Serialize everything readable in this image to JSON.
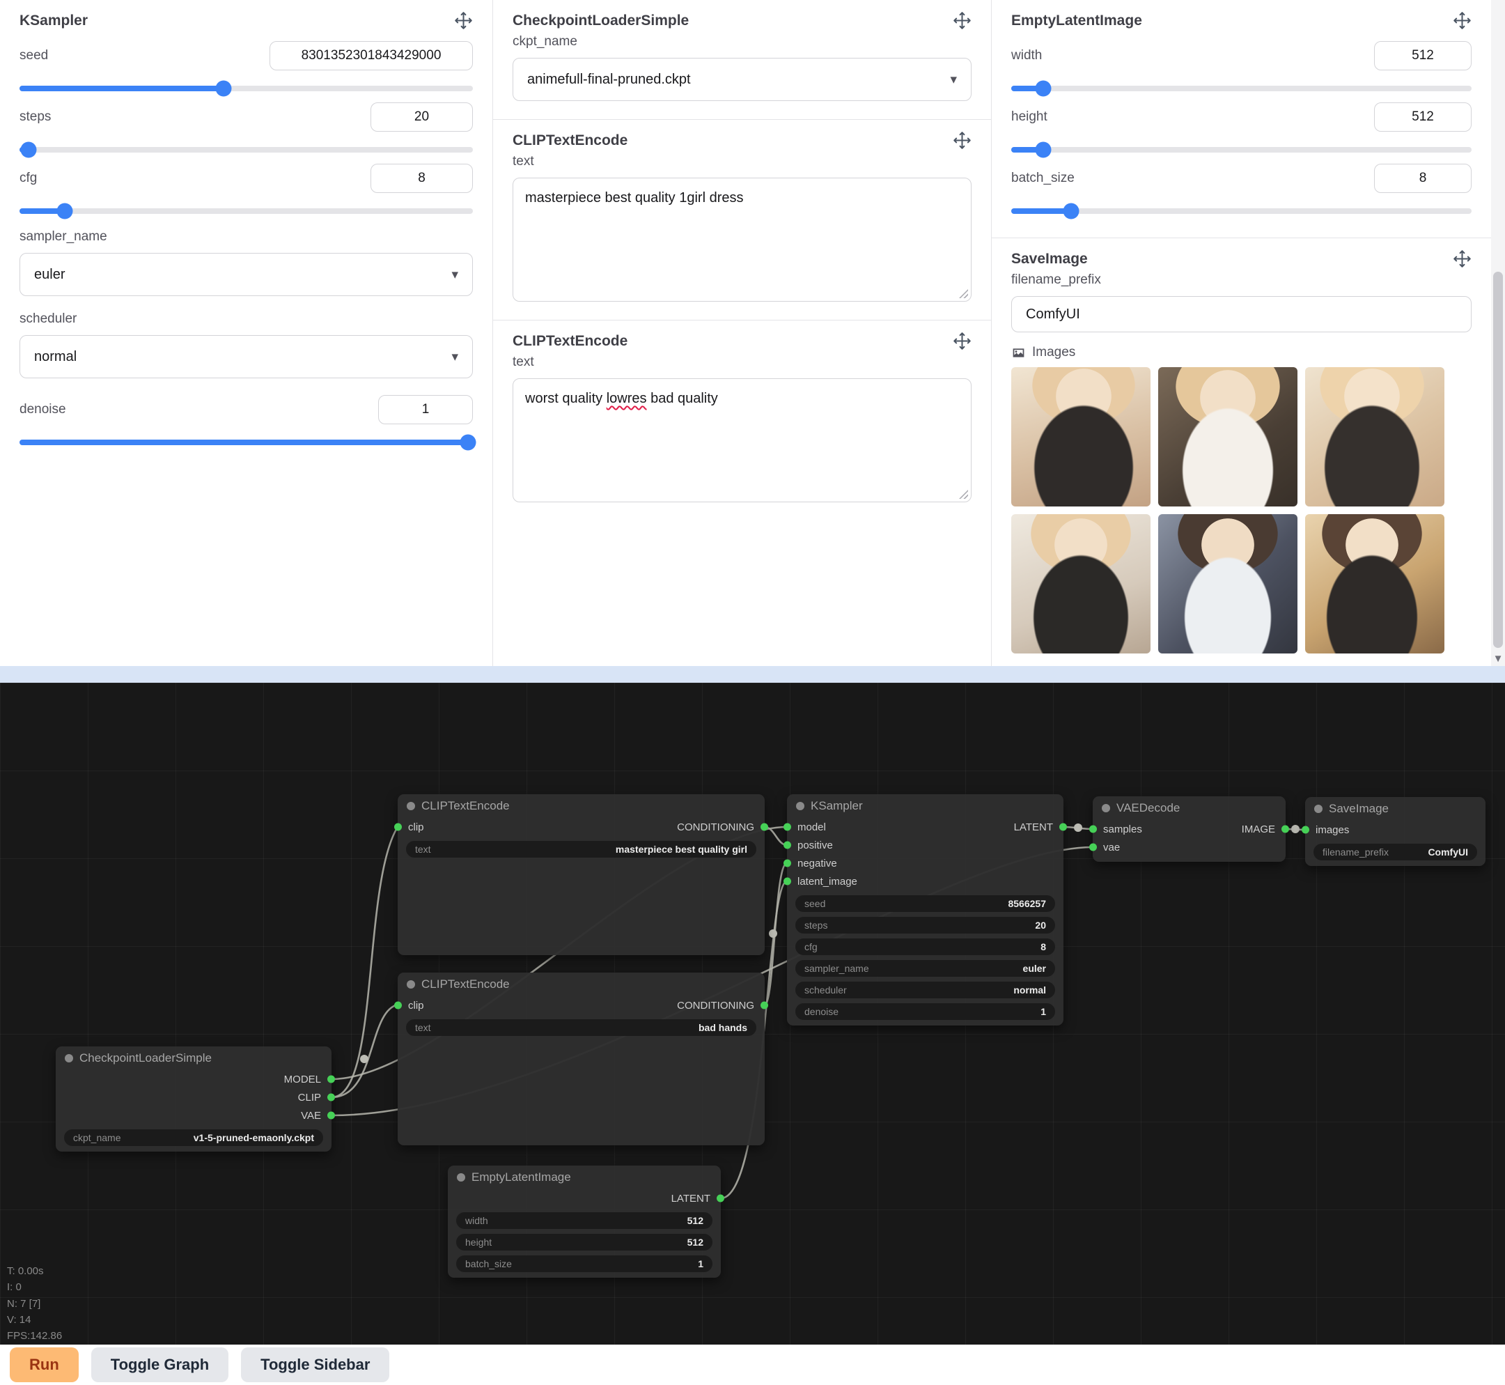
{
  "app": {
    "run_label": "Run",
    "toggle_graph_label": "Toggle Graph",
    "toggle_sidebar_label": "Toggle Sidebar"
  },
  "colors": {
    "accent_blue": "#3b82f6",
    "run_button_bg": "#fdba74",
    "run_button_text": "#9a3412",
    "slot_green": "#46d157",
    "canvas_bg": "#181818"
  },
  "glyphs": {
    "caret_down": "▾",
    "scroll_arrow": "▼"
  },
  "panels": {
    "ksampler": {
      "title": "KSampler",
      "seed": {
        "label": "seed",
        "value": "8301352301843429000",
        "slider_pct": 45
      },
      "steps": {
        "label": "steps",
        "value": "20",
        "slider_pct": 2
      },
      "cfg": {
        "label": "cfg",
        "value": "8",
        "slider_pct": 10
      },
      "sampler_name": {
        "label": "sampler_name",
        "value": "euler"
      },
      "scheduler": {
        "label": "scheduler",
        "value": "normal"
      },
      "denoise": {
        "label": "denoise",
        "value": "1",
        "slider_pct": 99
      }
    },
    "checkpoint_loader": {
      "title": "CheckpointLoaderSimple",
      "ckpt_name": {
        "label": "ckpt_name",
        "value": "animefull-final-pruned.ckpt"
      }
    },
    "clip_positive": {
      "title": "CLIPTextEncode",
      "text_label": "text",
      "text_value": "masterpiece best quality 1girl dress"
    },
    "clip_negative": {
      "title": "CLIPTextEncode",
      "text_label": "text",
      "text_parts": [
        "worst quality ",
        "lowres",
        " bad quality"
      ]
    },
    "empty_latent": {
      "title": "EmptyLatentImage",
      "width": {
        "label": "width",
        "value": "512",
        "slider_pct": 7
      },
      "height": {
        "label": "height",
        "value": "512",
        "slider_pct": 7
      },
      "batch_size": {
        "label": "batch_size",
        "value": "8",
        "slider_pct": 13
      }
    },
    "save_image": {
      "title": "SaveImage",
      "filename_prefix": {
        "label": "filename_prefix",
        "value": "ComfyUI"
      },
      "images_label": "Images",
      "image_count": 6
    }
  },
  "graph": {
    "stats": [
      "T: 0.00s",
      "I: 0",
      "N: 7 [7]",
      "V: 14",
      "FPS:142.86"
    ],
    "nodes": {
      "clip_pos": {
        "title": "CLIPTextEncode",
        "input": "clip",
        "output": "CONDITIONING",
        "widgets": [
          {
            "label": "text",
            "value": "masterpiece best quality girl"
          }
        ]
      },
      "clip_neg": {
        "title": "CLIPTextEncode",
        "input": "clip",
        "output": "CONDITIONING",
        "widgets": [
          {
            "label": "text",
            "value": "bad hands"
          }
        ]
      },
      "checkpoint": {
        "title": "CheckpointLoaderSimple",
        "outputs": [
          "MODEL",
          "CLIP",
          "VAE"
        ],
        "widgets": [
          {
            "label": "ckpt_name",
            "value": "v1-5-pruned-emaonly.ckpt"
          }
        ]
      },
      "ksampler": {
        "title": "KSampler",
        "inputs": [
          "model",
          "positive",
          "negative",
          "latent_image"
        ],
        "output": "LATENT",
        "widgets": [
          {
            "label": "seed",
            "value": "8566257"
          },
          {
            "label": "steps",
            "value": "20"
          },
          {
            "label": "cfg",
            "value": "8"
          },
          {
            "label": "sampler_name",
            "value": "euler"
          },
          {
            "label": "scheduler",
            "value": "normal"
          },
          {
            "label": "denoise",
            "value": "1"
          }
        ]
      },
      "vae_decode": {
        "title": "VAEDecode",
        "inputs": [
          "samples",
          "vae"
        ],
        "output": "IMAGE"
      },
      "save_image": {
        "title": "SaveImage",
        "inputs": [
          "images"
        ],
        "widgets": [
          {
            "label": "filename_prefix",
            "value": "ComfyUI"
          }
        ]
      },
      "empty_latent": {
        "title": "EmptyLatentImage",
        "output": "LATENT",
        "widgets": [
          {
            "label": "width",
            "value": "512"
          },
          {
            "label": "height",
            "value": "512"
          },
          {
            "label": "batch_size",
            "value": "1"
          }
        ]
      }
    }
  }
}
